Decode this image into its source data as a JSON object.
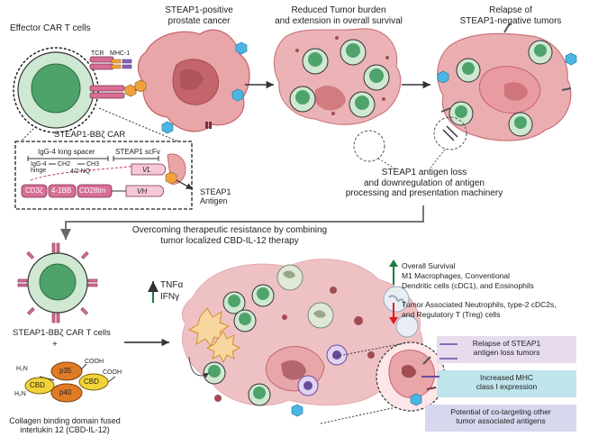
{
  "top": {
    "effector_label": "Effector CAR T cells",
    "tcr_label": "TCR",
    "mhc_label": "MHC-1",
    "cancer_title_l1": "STEAP1-positive",
    "cancer_title_l2": "prostate cancer",
    "reduced_l1": "Reduced Tumor burden",
    "reduced_l2": "and extension in overall survival",
    "relapse_l1": "Relapse of",
    "relapse_l2": "STEAP1-negative tumors"
  },
  "car": {
    "title": "STEAP1-BBζ CAR",
    "spacer": "IgG-4 long spacer",
    "scfv": "STEAP1 scFv",
    "igg4_hinge_l1": "IgG-4",
    "igg4_hinge_l2": "hinge",
    "ch2": "CH2",
    "ch3": "CH3",
    "nq": "4/2 NQ",
    "cd3z": "CD3ζ",
    "bb": "4-1BB",
    "cd28": "CD28tm",
    "vl": "VL",
    "vh": "VH",
    "antigen_l1": "STEAP1",
    "antigen_l2": "Antigen"
  },
  "loss": {
    "l1": "STEAP1 antigen loss",
    "l2": "and downregulation of antigen",
    "l3": "processing and presentation machinery"
  },
  "bottom": {
    "overcoming_l1": "Overcoming therapeutic resistance by combining",
    "overcoming_l2": "tumor localized CBD-IL-12 therapy",
    "steap_cells": "STEAP1-BBζ CAR T cells",
    "plus": "+",
    "h2n_1": "H₂N",
    "h2n_2": "H₂N",
    "cooh_1": "COOH",
    "cooh_2": "COOH",
    "cbd_1": "CBD",
    "cbd_2": "CBD",
    "p35": "p35",
    "p40": "p40",
    "collagen_l1": "Collagen binding domain fused",
    "collagen_l2": "interlukin 12 (CBD-IL-12)",
    "tnfa": "TNFα",
    "ifng": "IFNγ",
    "up_l1": "Overall Survival",
    "up_l2": "M1 Macrophages, Conventional",
    "up_l3": "Dendritic cells (cDC1), and Eosinophils",
    "down_l1": "Tumor Associated Neutrophils, type-2 cDC2s,",
    "down_l2": "and Regulatory T (Treg) cells",
    "box1_l1": "Relapse of STEAP1",
    "box1_l2": "antigen loss tumors",
    "box2_l1": "Increased MHC",
    "box2_l2": "class I expression",
    "box3_l1": "Potential of co-targeting other",
    "box3_l2": "tumor associated antigens"
  },
  "colors": {
    "tcell_fill": "#cfe8d2",
    "tcell_nucleus": "#4ea36a",
    "tumor_fill": "#e8a6a9",
    "tumor_dark": "#c4656b",
    "car_pink": "#d86e95",
    "antigen_orange": "#f3a23b",
    "mhc_blue": "#4ab6e4",
    "arrow_up": "#1a7a3d",
    "arrow_down": "#d92020",
    "box1": "#e6dcee",
    "box2": "#bfe4ec",
    "box3": "#d7d8ee"
  }
}
